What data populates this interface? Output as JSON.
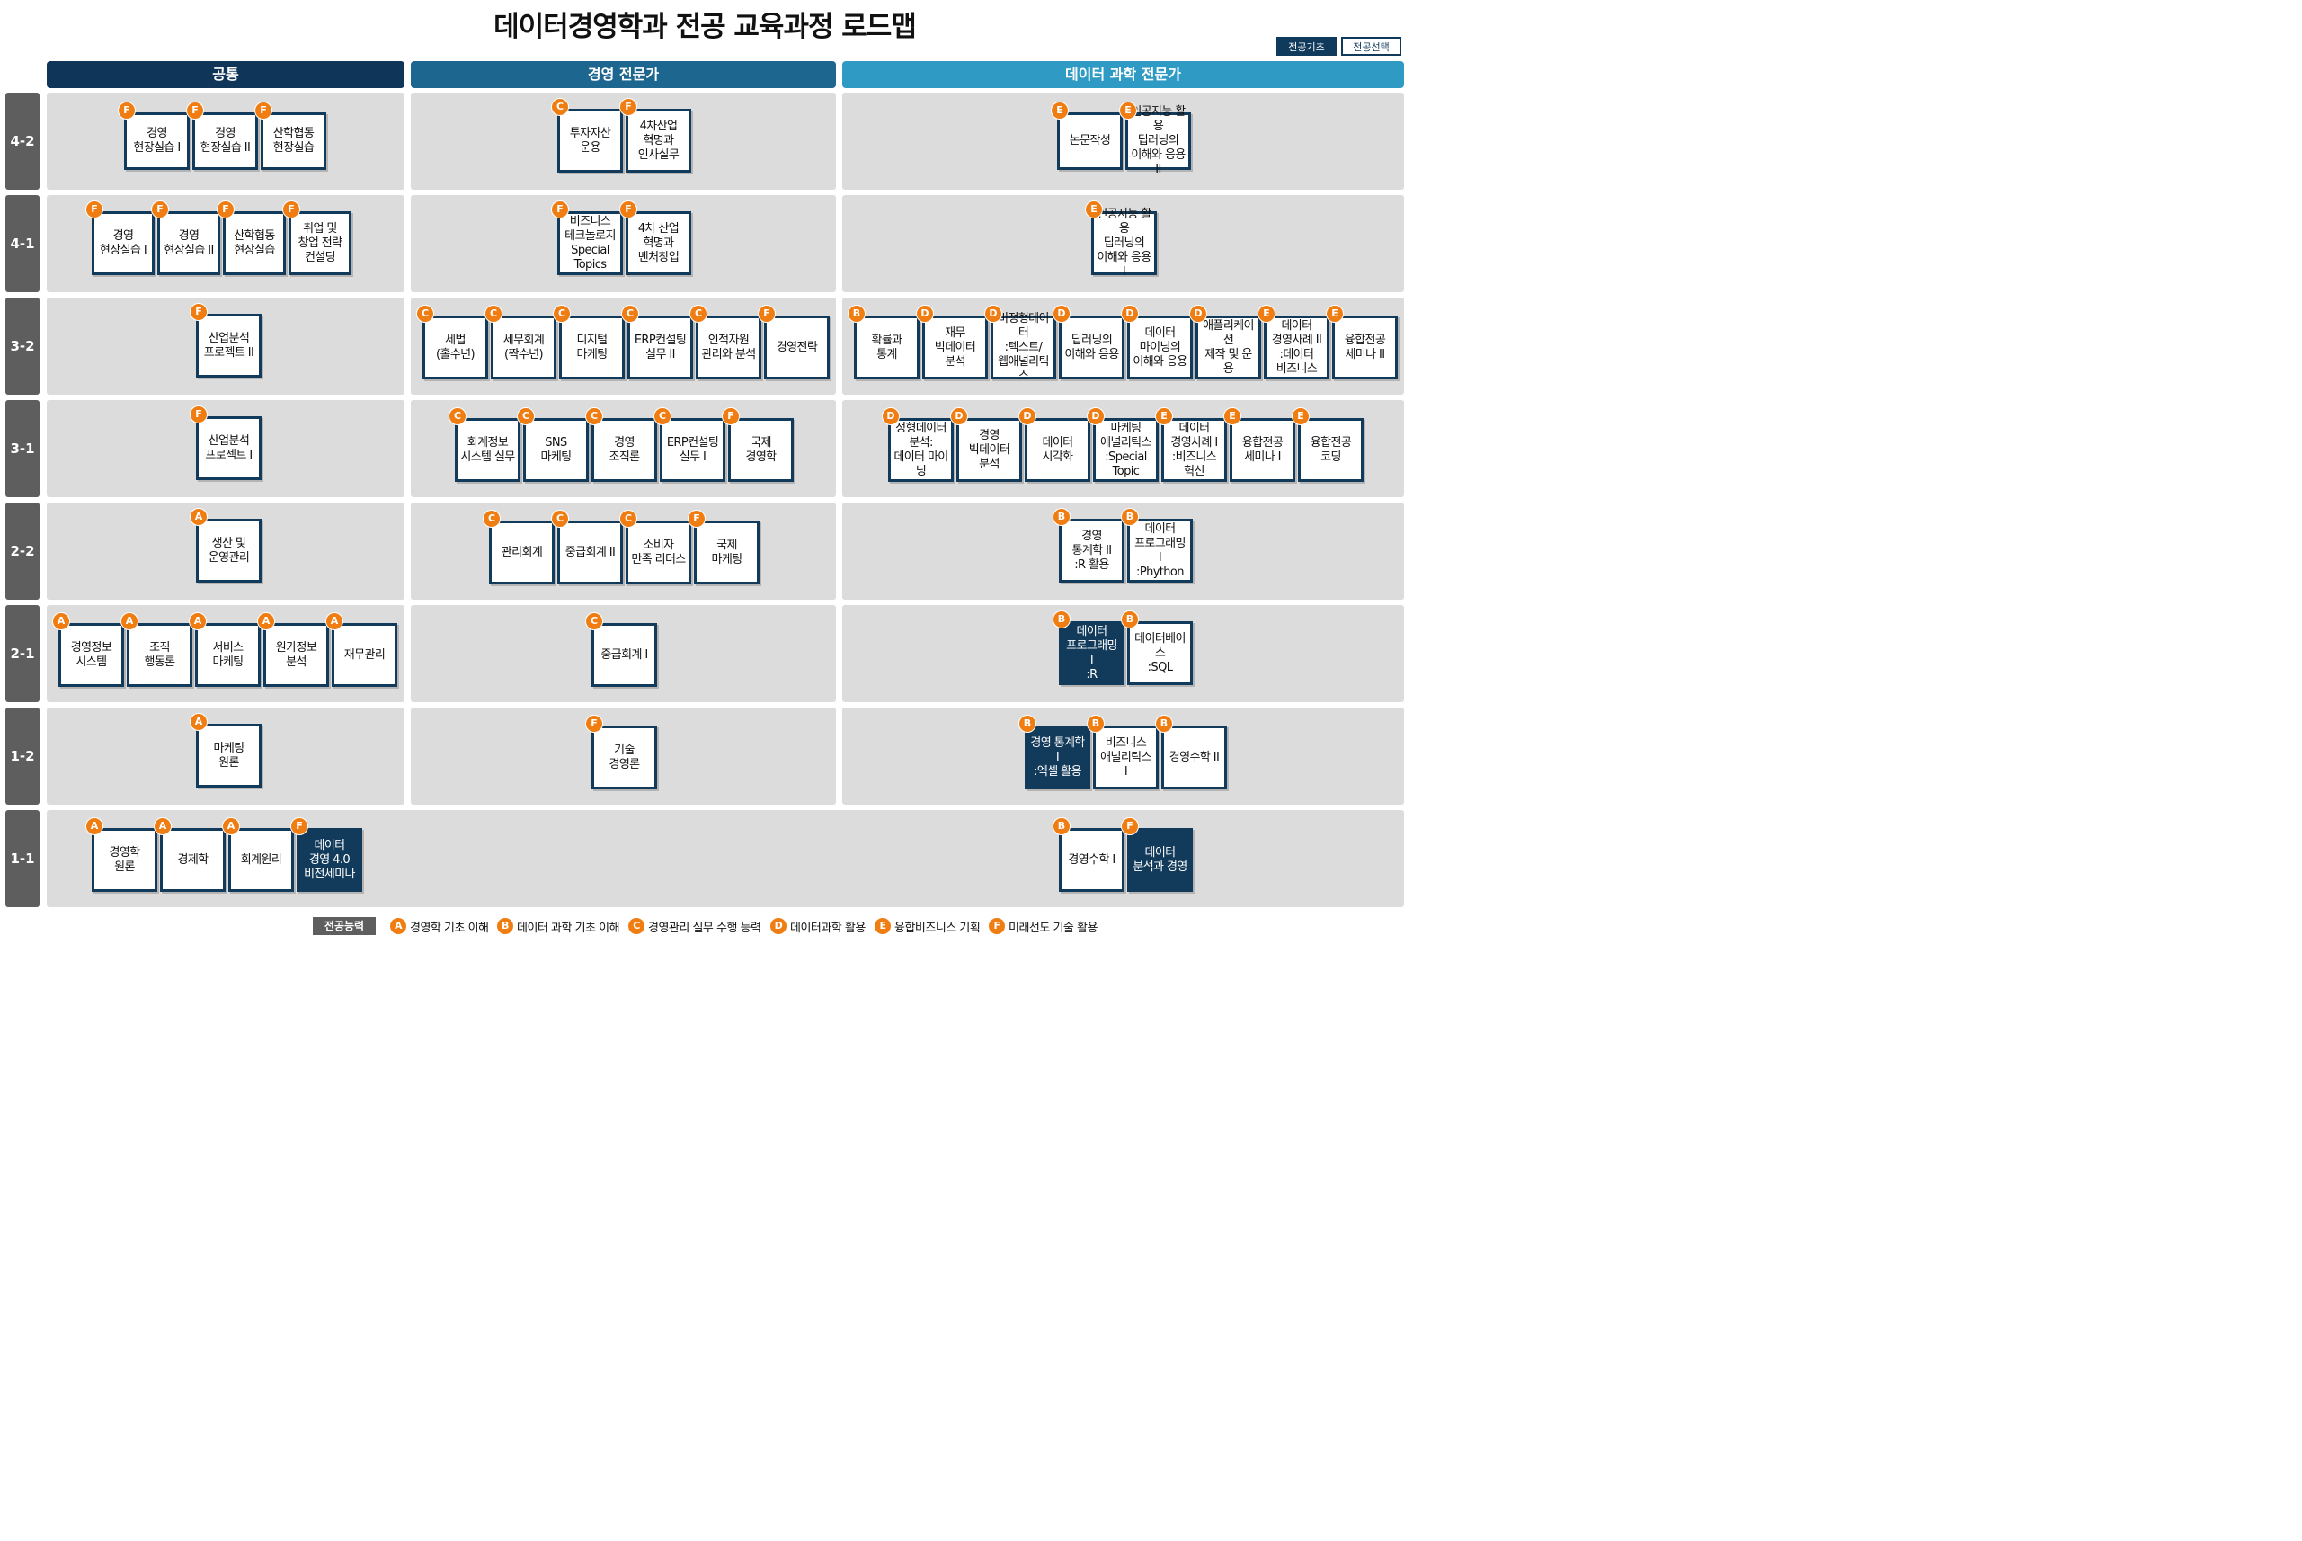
{
  "title": "데이터경영학과 전공 교육과정 로드맵",
  "legend_tags": {
    "basic": "전공기초",
    "elective": "전공선택"
  },
  "columns": [
    "공통",
    "경영 전문가",
    "데이터 과학 전문가"
  ],
  "colors": {
    "col_common": "#0f3658",
    "col_business": "#1d6690",
    "col_data": "#2f9bc4",
    "badge": "#ef7d12",
    "course_dark": "#123a5a",
    "row_label": "#5e5e5e",
    "cell_bg": "#dcdcdc"
  },
  "rows": [
    "4-2",
    "4-1",
    "3-2",
    "3-1",
    "2-2",
    "2-1",
    "1-2",
    "1-1"
  ],
  "courses": {
    "r42": [
      {
        "col": "common",
        "badge": "F",
        "label": "경영\n현장실습 I"
      },
      {
        "col": "common",
        "badge": "F",
        "label": "경영\n현장실습 II"
      },
      {
        "col": "common",
        "badge": "F",
        "label": "산학협동\n현장실습"
      },
      {
        "col": "business",
        "badge": "C",
        "label": "투자자산\n운용"
      },
      {
        "col": "business",
        "badge": "F",
        "label": "4차산업\n혁명과\n인사실무"
      },
      {
        "col": "data",
        "badge": "E",
        "label": "논문작성"
      },
      {
        "col": "data",
        "badge": "E",
        "label": "인공지능 활용\n딥러닝의\n이해와 응용 II"
      }
    ],
    "r41": [
      {
        "col": "common",
        "badge": "F",
        "label": "경영\n현장실습 I"
      },
      {
        "col": "common",
        "badge": "F",
        "label": "경영\n현장실습 II"
      },
      {
        "col": "common",
        "badge": "F",
        "label": "산학협동\n현장실습"
      },
      {
        "col": "common",
        "badge": "F",
        "label": "취업 및\n창업 전략\n컨설팅"
      },
      {
        "col": "business",
        "badge": "F",
        "label": "비즈니스\n테크놀로지\nSpecial\nTopics"
      },
      {
        "col": "business",
        "badge": "F",
        "label": "4차 산업\n혁명과\n벤처창업"
      },
      {
        "col": "data",
        "badge": "E",
        "label": "인공지능 활용\n딥러닝의\n이해와 응용 I"
      }
    ],
    "r32": [
      {
        "col": "common",
        "badge": "F",
        "label": "산업분석\n프로젝트 II"
      },
      {
        "col": "business",
        "badge": "C",
        "label": "세법\n(홀수년)"
      },
      {
        "col": "business",
        "badge": "C",
        "label": "세무회계\n(짝수년)"
      },
      {
        "col": "business",
        "badge": "C",
        "label": "디지털\n마케팅"
      },
      {
        "col": "business",
        "badge": "C",
        "label": "ERP컨설팅\n실무 II"
      },
      {
        "col": "business",
        "badge": "C",
        "label": "인적자원\n관리와 분석"
      },
      {
        "col": "business",
        "badge": "F",
        "label": "경영전략"
      },
      {
        "col": "data",
        "badge": "B",
        "label": "확률과\n통계"
      },
      {
        "col": "data",
        "badge": "D",
        "label": "재무\n빅데이터\n분석"
      },
      {
        "col": "data",
        "badge": "D",
        "label": "비정형데이터\n:텍스트/\n웹애널리틱스"
      },
      {
        "col": "data",
        "badge": "D",
        "label": "딥러닝의\n이해와 응용"
      },
      {
        "col": "data",
        "badge": "D",
        "label": "데이터\n마이닝의\n이해와 응용"
      },
      {
        "col": "data",
        "badge": "D",
        "label": "애플리케이션\n제작 및 운용"
      },
      {
        "col": "data",
        "badge": "E",
        "label": "데이터\n경영사례 II\n:데이터\n비즈니스"
      },
      {
        "col": "data",
        "badge": "E",
        "label": "융합전공\n세미나 II"
      }
    ],
    "r31": [
      {
        "col": "common",
        "badge": "F",
        "label": "산업분석\n프로젝트 I"
      },
      {
        "col": "business",
        "badge": "C",
        "label": "회계정보\n시스템 실무"
      },
      {
        "col": "business",
        "badge": "C",
        "label": "SNS\n마케팅"
      },
      {
        "col": "business",
        "badge": "C",
        "label": "경영\n조직론"
      },
      {
        "col": "business",
        "badge": "C",
        "label": "ERP컨설팅\n실무 I"
      },
      {
        "col": "business",
        "badge": "F",
        "label": "국제\n경영학"
      },
      {
        "col": "data",
        "badge": "D",
        "label": "정형데이터\n분석:\n데이터 마이닝"
      },
      {
        "col": "data",
        "badge": "D",
        "label": "경영\n빅데이터\n분석"
      },
      {
        "col": "data",
        "badge": "D",
        "label": "데이터\n시각화"
      },
      {
        "col": "data",
        "badge": "D",
        "label": "마케팅\n애널리틱스\n:Special\nTopic"
      },
      {
        "col": "data",
        "badge": "E",
        "label": "데이터\n경영사례 I\n:비즈니스 혁신"
      },
      {
        "col": "data",
        "badge": "E",
        "label": "융합전공\n세미나 I"
      },
      {
        "col": "data",
        "badge": "E",
        "label": "융합전공\n코딩"
      }
    ],
    "r22": [
      {
        "col": "common",
        "badge": "A",
        "label": "생산 및\n운영관리"
      },
      {
        "col": "business",
        "badge": "C",
        "label": "관리회계"
      },
      {
        "col": "business",
        "badge": "C",
        "label": "중급회계 II"
      },
      {
        "col": "business",
        "badge": "C",
        "label": "소비자\n만족 리더스"
      },
      {
        "col": "business",
        "badge": "F",
        "label": "국제\n마케팅"
      },
      {
        "col": "data",
        "badge": "B",
        "label": "경영\n통계학 II\n:R 활용"
      },
      {
        "col": "data",
        "badge": "B",
        "label": "데이터\n프로그래밍 I\n:Phython"
      }
    ],
    "r21": [
      {
        "col": "common",
        "badge": "A",
        "label": "경영정보\n시스템"
      },
      {
        "col": "common",
        "badge": "A",
        "label": "조직\n행동론"
      },
      {
        "col": "common",
        "badge": "A",
        "label": "서비스\n마케팅"
      },
      {
        "col": "common",
        "badge": "A",
        "label": "원가정보\n분석"
      },
      {
        "col": "common",
        "badge": "A",
        "label": "재무관리"
      },
      {
        "col": "business",
        "badge": "C",
        "label": "중급회계 I"
      },
      {
        "col": "data",
        "badge": "B",
        "label": "데이터\n프로그래밍 I\n:R"
      },
      {
        "col": "data",
        "badge": "B",
        "label": "데이터베이스\n:SQL"
      }
    ],
    "r12": [
      {
        "col": "common",
        "badge": "A",
        "label": "마케팅\n원론"
      },
      {
        "col": "business",
        "badge": "F",
        "label": "기술\n경영론"
      },
      {
        "col": "data",
        "badge": "B",
        "label": "경영 통계학 I\n:엑셀 활용"
      },
      {
        "col": "data",
        "badge": "B",
        "label": "비즈니스\n애널리틱스 I"
      },
      {
        "col": "data",
        "badge": "B",
        "label": "경영수학 II"
      }
    ],
    "r11": [
      {
        "col": "common",
        "badge": "A",
        "label": "경영학\n원론"
      },
      {
        "col": "common",
        "badge": "A",
        "label": "경제학"
      },
      {
        "col": "common",
        "badge": "A",
        "label": "회계원리"
      },
      {
        "col": "common",
        "badge": "F",
        "label": "데이터\n경영 4.0\n비전세미나"
      },
      {
        "col": "data",
        "badge": "B",
        "label": "경영수학 I"
      },
      {
        "col": "data",
        "badge": "F",
        "label": "데이터\n분석과 경영"
      }
    ]
  },
  "legend": {
    "title": "전공능력",
    "items": [
      {
        "badge": "A",
        "label": "경영학 기초 이해"
      },
      {
        "badge": "B",
        "label": "데이터 과학 기초 이해"
      },
      {
        "badge": "C",
        "label": "경영관리 실무 수행 능력"
      },
      {
        "badge": "D",
        "label": "데이터과학 활용"
      },
      {
        "badge": "E",
        "label": "융합비즈니스 기획"
      },
      {
        "badge": "F",
        "label": "미래선도 기술 활용"
      }
    ]
  }
}
